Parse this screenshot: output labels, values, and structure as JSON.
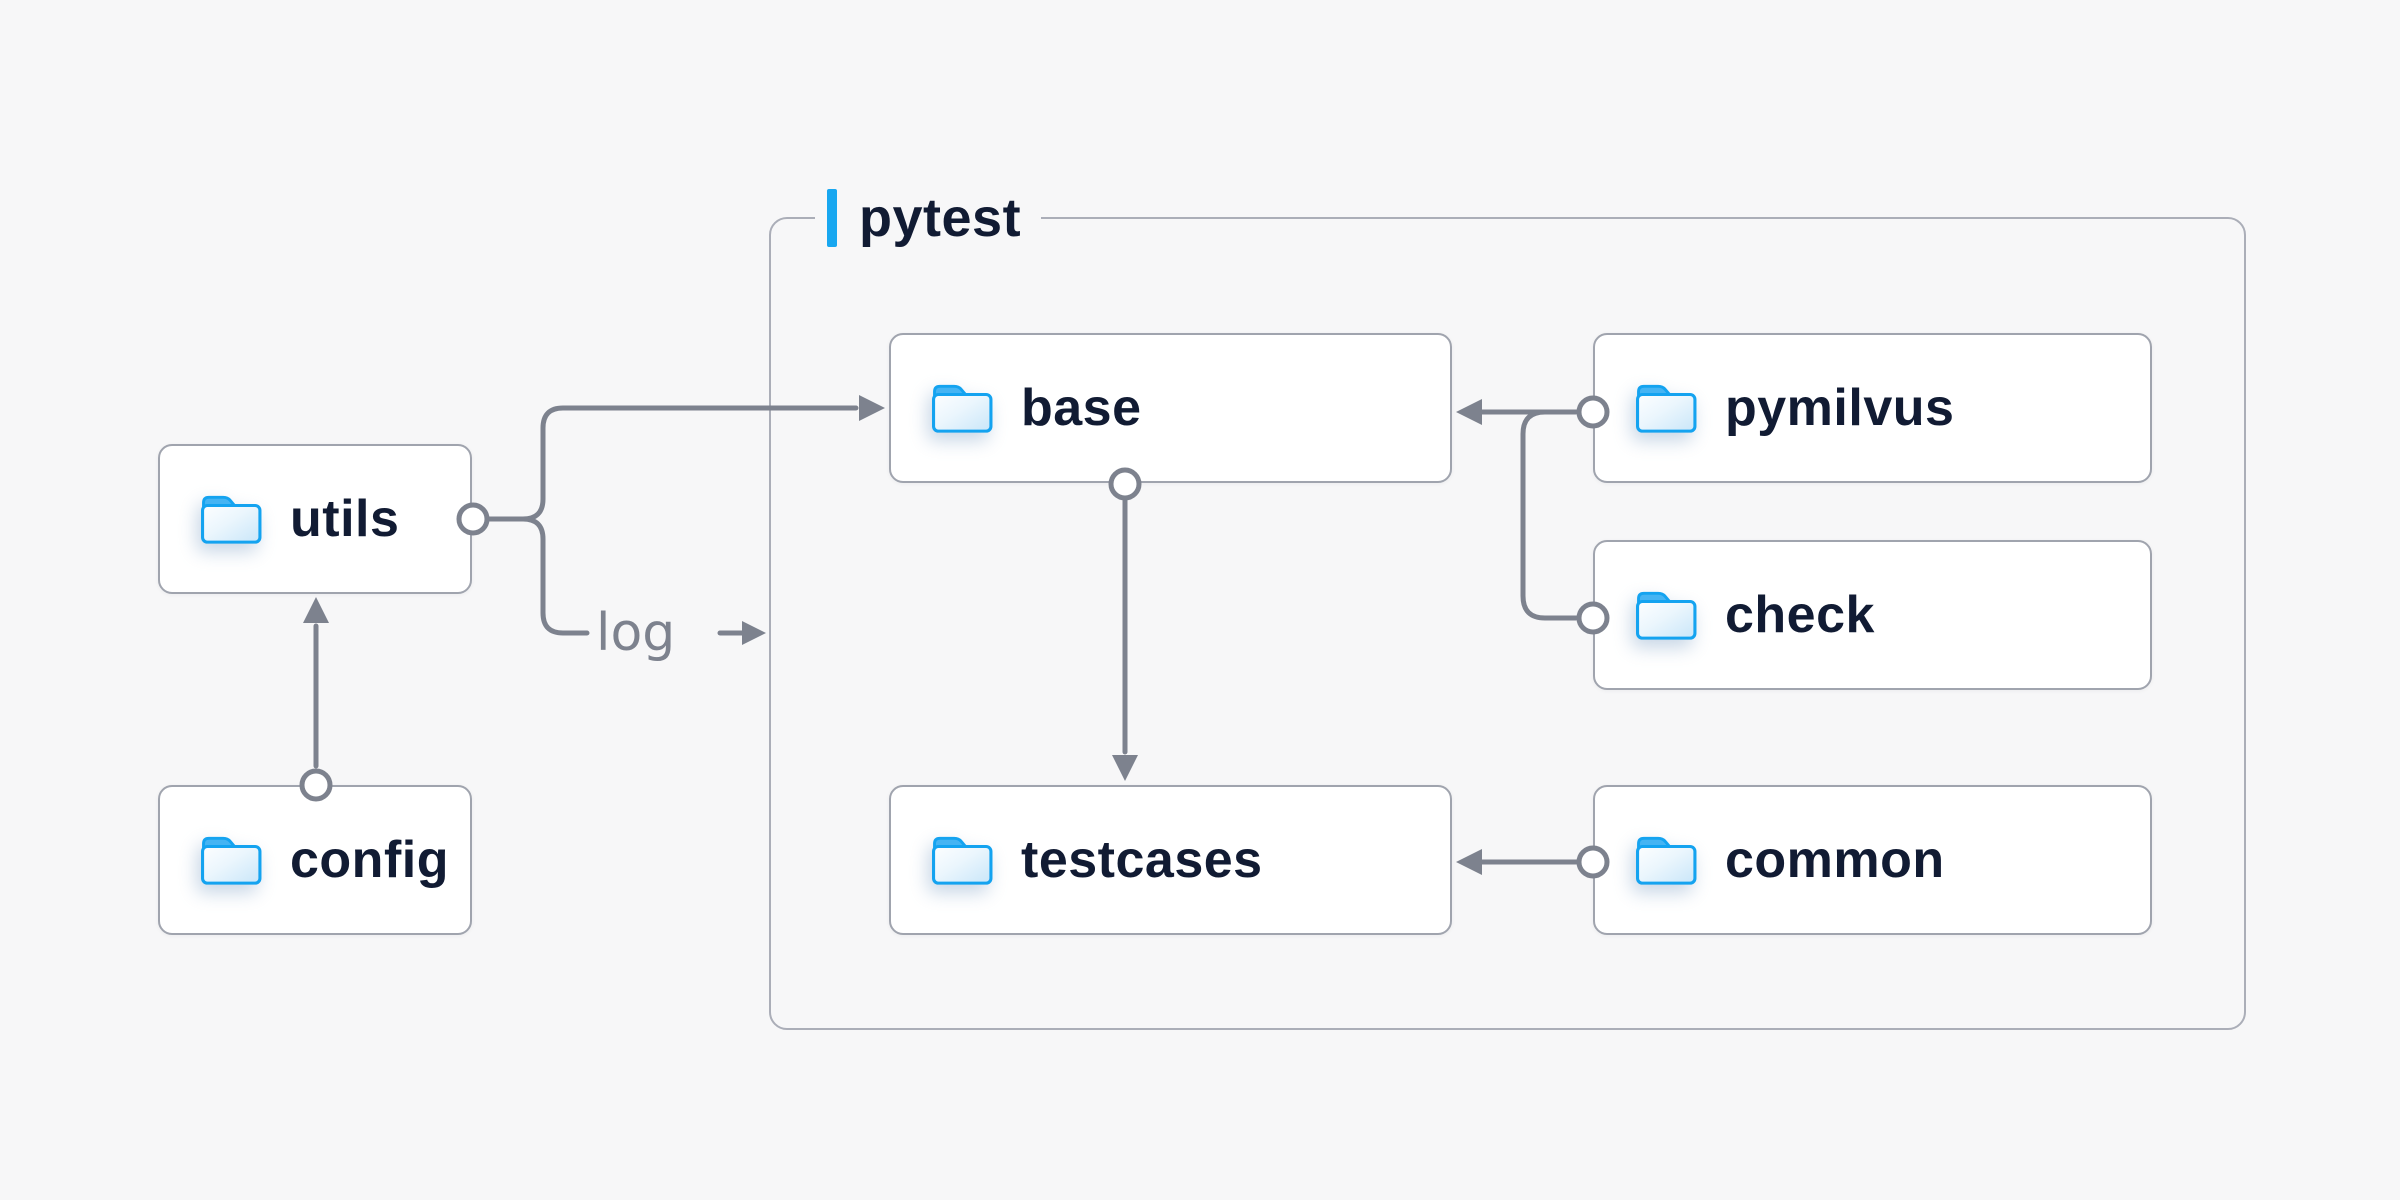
{
  "colors": {
    "bg": "#f7f7f8",
    "node-bg": "#ffffff",
    "node-border": "#a0a4ae",
    "group-border": "#abaeb8",
    "wire": "#7d828e",
    "accent": "#18a7f0",
    "text": "#111b33",
    "log-text": "#7d828e",
    "folder-stroke": "#14a3f0",
    "folder-tab": "#45b4f3"
  },
  "diagram": {
    "group": {
      "label": "pytest"
    },
    "nodes": [
      {
        "id": "utils",
        "label": "utils",
        "icon": "folder-icon",
        "inside_group": false
      },
      {
        "id": "config",
        "label": "config",
        "icon": "folder-icon",
        "inside_group": false
      },
      {
        "id": "base",
        "label": "base",
        "icon": "folder-icon",
        "inside_group": true
      },
      {
        "id": "pymilvus",
        "label": "pymilvus",
        "icon": "folder-icon",
        "inside_group": true
      },
      {
        "id": "check",
        "label": "check",
        "icon": "folder-icon",
        "inside_group": true
      },
      {
        "id": "testcases",
        "label": "testcases",
        "icon": "folder-icon",
        "inside_group": true
      },
      {
        "id": "common",
        "label": "common",
        "icon": "folder-icon",
        "inside_group": true
      }
    ],
    "edge_label": "log",
    "edges": [
      {
        "from": "config",
        "to": "utils",
        "style": "circle-to-arrow"
      },
      {
        "from": "utils",
        "to": "base",
        "style": "circle-to-arrow"
      },
      {
        "from": "utils",
        "to": "log-label",
        "style": "circle-to-label"
      },
      {
        "from": "log-label",
        "to": "pytest",
        "style": "arrow"
      },
      {
        "from": "base",
        "to": "testcases",
        "style": "circle-to-arrow"
      },
      {
        "from": "pymilvus",
        "to": "base",
        "style": "circle-to-arrow"
      },
      {
        "from": "pymilvus",
        "to": "check",
        "style": "branch-to-circle"
      },
      {
        "from": "common",
        "to": "testcases",
        "style": "circle-to-arrow"
      }
    ]
  }
}
